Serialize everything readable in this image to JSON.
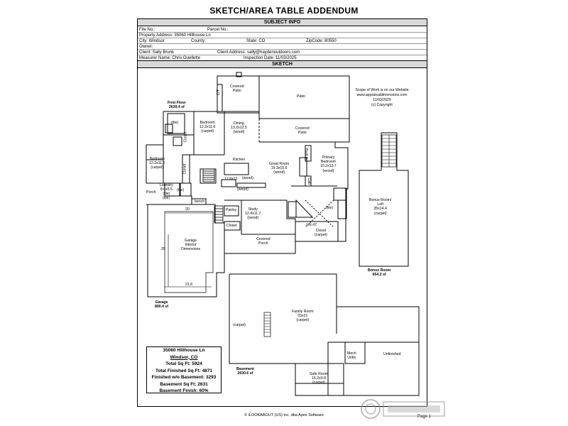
{
  "document": {
    "title": "SKETCH/AREA TABLE ADDENDUM"
  },
  "subject_info": {
    "header": "SUBJECT INFO",
    "file_no": "File No.:",
    "parcel_no": "Parcel No.:",
    "property_address": "Property Address: 35060 Hillhouse Ln",
    "city": "City: Windsor",
    "county": "County:",
    "state": "State: CO",
    "zipcode": "ZipCode: 80550",
    "owner": "Owner:",
    "client": "Client: Sally Brunk",
    "client_address": "Client Address: sally@haydenoutdoors.com",
    "measurer": "Measurer Name: Chris Ouellette",
    "inspection_date": "Inspection Date: 11/03/2025"
  },
  "sketch": {
    "header": "SKETCH",
    "scope": [
      "Scope of Work is on our Website",
      "www.appraisaldimensions.com",
      "11/03/2025",
      "(c) Copyright"
    ],
    "rooms": {
      "covered_patio_1": "Covered\nPatio",
      "patio": "Patio",
      "first_floor": "First Floor\n2639.4 sf",
      "bedroom_1": "Bedroom\n12.2x11.6\n(carpet)",
      "dining": "Dining\n13.2x12.5\n(wood)",
      "covered_patio_2": "Covered\nPatio",
      "bedroom_2": "Bedroom\n12.2x11.6\n(carpet)",
      "kitchen": "Kitchen",
      "kitchen_dim": "17.6x12",
      "kitchen_wood": "(wood)",
      "great_room": "Great Room\n19.3x15.6\n(wood)",
      "primary_bedroom": "Primary\nBedroom\n15.2x13.7\n(wood)",
      "porch": "Porch",
      "laundry": "Laundry\n8.6x5.5\n(tile)",
      "bench": "bench",
      "pantry": "Pantry",
      "study": "Study\n12.4x11.7\n(wood)",
      "closet_study": "Closet",
      "closet_main": "Closet",
      "tile_bath": "(tile)",
      "ln2": "LN #2",
      "closet_carpet": "Closet\n(carpet)",
      "covered_porch": "Covered\nPorch",
      "garage_dims": "Garage\nInterior\nDimensions",
      "garage_area": "Garage\n890.4 sf",
      "dim_20": "20",
      "dim_35": "35",
      "dim_216": "21.6",
      "bonus_room": "Bonus Room/\nLoft\n35x14.4\n(carpet)",
      "bonus_area": "Bonus Room\n654.2 sf",
      "family_room": "Family Room\n33x21\n(carpet)",
      "carpet_base": "(carpet)",
      "mech": "Mech\nUnfin",
      "unfinished": "Unfinished",
      "safe_room": "Safe Room\n16.2x9.8\n(carpet)",
      "basement_area": "Basement\n2630.6 sf",
      "tile_a": "(tile)",
      "tile_b": "(tile)",
      "tile_c": "(tile)",
      "closet_a": "Closet",
      "closet_b": "Closet",
      "wood_fp": "(wood)",
      "c_glyph": "C/T",
      "built_in": "Built In",
      "cab": "Cab"
    },
    "summary": {
      "address": "35060 Hillhouse Ln",
      "city": "Windsor, CO",
      "total_sqft": "Total Sq Ft: 5924",
      "total_finished": "Total Finished Sq Ft: 4871",
      "finished_wo_basement": "Finished w/o Basement: 3293",
      "basement_sqft": "Basement Sq Ft: 2631",
      "basement_finish": "Basement Finish: 60%"
    }
  },
  "footer": {
    "text": "© iLOOKABOUT (US) Inc. dba Apex Software",
    "page": "Page 1"
  }
}
